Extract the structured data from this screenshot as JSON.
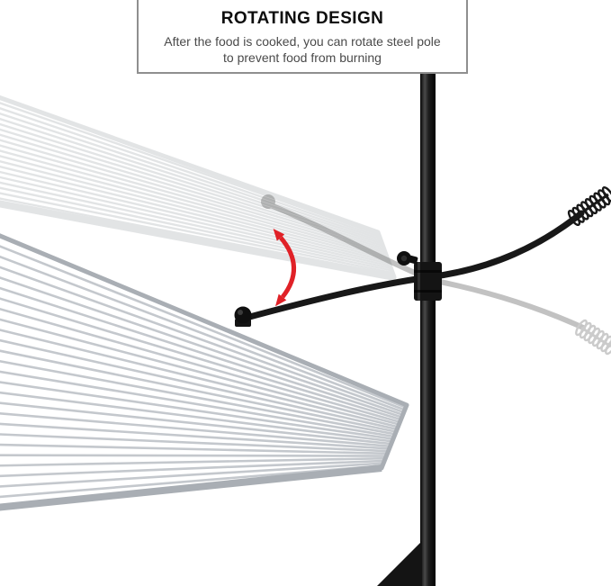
{
  "callout": {
    "title": "ROTATING DESIGN",
    "subtitle_line1": "After the food is cooked, you can rotate steel pole",
    "subtitle_line2": "to prevent food from burning"
  },
  "colors": {
    "steel_black": "#181818",
    "arrow_red": "#e02127",
    "grate_wire": "#c4c8cd",
    "grate_frame": "#a9aeb4",
    "ghost_gray": "#9aa0a6",
    "callout_border": "#8f8f8f",
    "subtitle_text": "#4a4a4a"
  }
}
